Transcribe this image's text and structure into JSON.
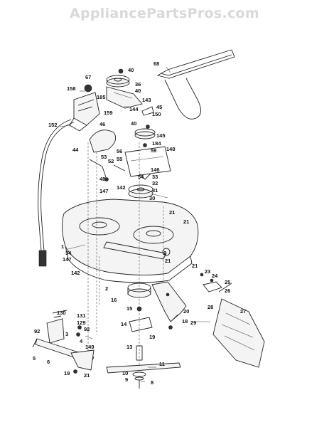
{
  "watermark": "AppliancePartsPros.com",
  "callouts": {
    "c68": "68",
    "c40a": "40",
    "c67": "67",
    "c36": "36",
    "c40b": "40",
    "c143": "143",
    "c158": "158",
    "c185": "185",
    "c144": "144",
    "c45": "45",
    "c150": "150",
    "c159": "159",
    "c40c": "40",
    "c152": "152",
    "c46": "46",
    "c145": "145",
    "c184": "184",
    "c44": "44",
    "c56": "56",
    "c59": "59",
    "c148": "148",
    "c53": "53",
    "c55": "55",
    "c52": "52",
    "c146": "146",
    "c48": "48",
    "c54": "54",
    "c33": "33",
    "c32": "32",
    "c147a": "147",
    "c142a": "142",
    "c31": "31",
    "c30": "30",
    "c21a": "21",
    "c21b": "21",
    "c1": "1",
    "c34": "34",
    "c147b": "147",
    "c2a": "2",
    "c21c": "21",
    "c142b": "142",
    "c2b": "2",
    "c21d": "21",
    "c23": "23",
    "c24": "24",
    "c25": "25",
    "c26": "26",
    "c16": "16",
    "c15": "15",
    "c27": "27",
    "c28": "28",
    "c20": "20",
    "c29": "29",
    "c130": "130",
    "c131": "131",
    "c92a": "92",
    "c129": "129",
    "c92b": "92",
    "c3": "3",
    "c14": "14",
    "c19a": "19",
    "c18": "18",
    "c4": "4",
    "c149": "149",
    "c13": "13",
    "c5": "5",
    "c6": "6",
    "c11": "11",
    "c19b": "19",
    "c21e": "21",
    "c10": "10",
    "c9": "9",
    "c8": "8"
  }
}
